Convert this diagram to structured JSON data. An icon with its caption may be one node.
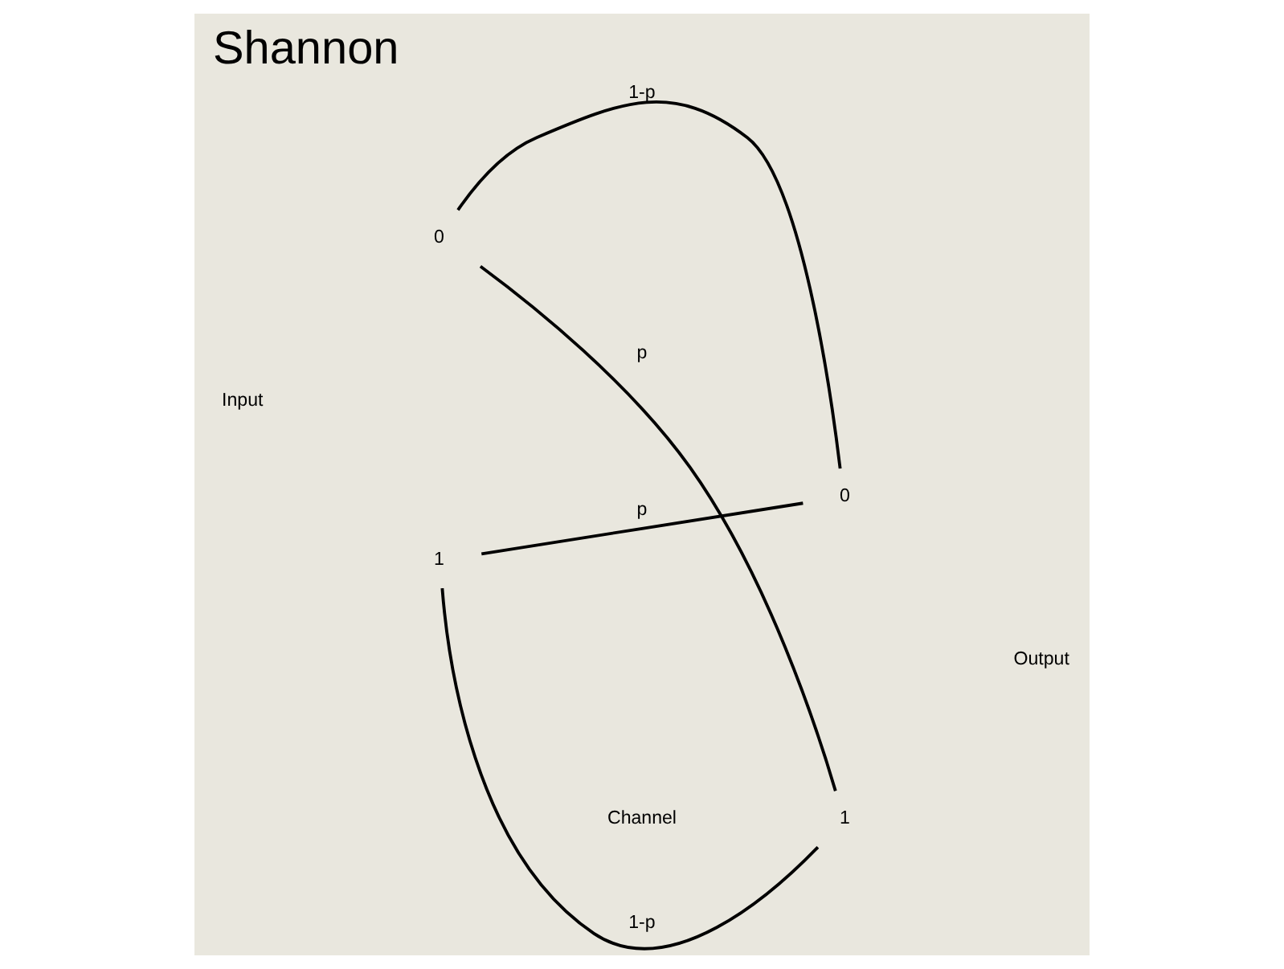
{
  "diagram": {
    "title": "Shannon",
    "nodes": [
      {
        "text": [
          "0"
        ]
      },
      {
        "text": [
          "1"
        ]
      },
      {
        "text": [
          "0"
        ]
      },
      {
        "text": [
          "1"
        ]
      }
    ],
    "edges": [
      {
        "from": 0,
        "to": 2,
        "arrow": "none",
        "label": "1-p"
      },
      {
        "from": 0,
        "to": 3,
        "arrow": "none",
        "label": "p"
      },
      {
        "from": 1,
        "to": 2,
        "arrow": "none",
        "label": "p"
      },
      {
        "from": 1,
        "to": 3,
        "arrow": "none",
        "label": "1-p"
      }
    ],
    "labels": [
      "Input",
      "Output",
      "Channel"
    ]
  }
}
